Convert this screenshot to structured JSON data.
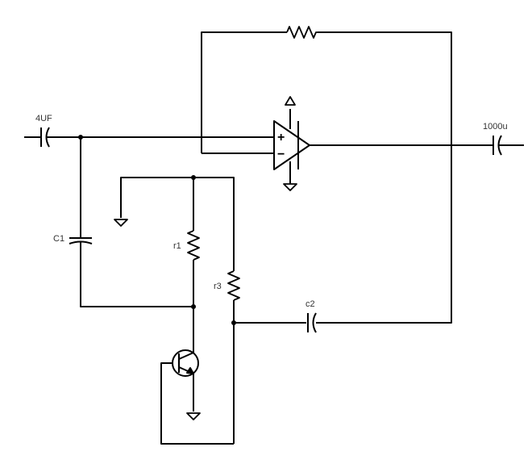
{
  "diagram": {
    "labels": {
      "input_cap": "4UF",
      "output_cap": "1000u",
      "c1": "C1",
      "r1": "r1",
      "r3": "r3",
      "c2": "c2",
      "opamp_plus": "+",
      "opamp_minus": "−"
    },
    "colors": {
      "wire": "#000000",
      "label": "#333333",
      "background": "#ffffff"
    }
  }
}
